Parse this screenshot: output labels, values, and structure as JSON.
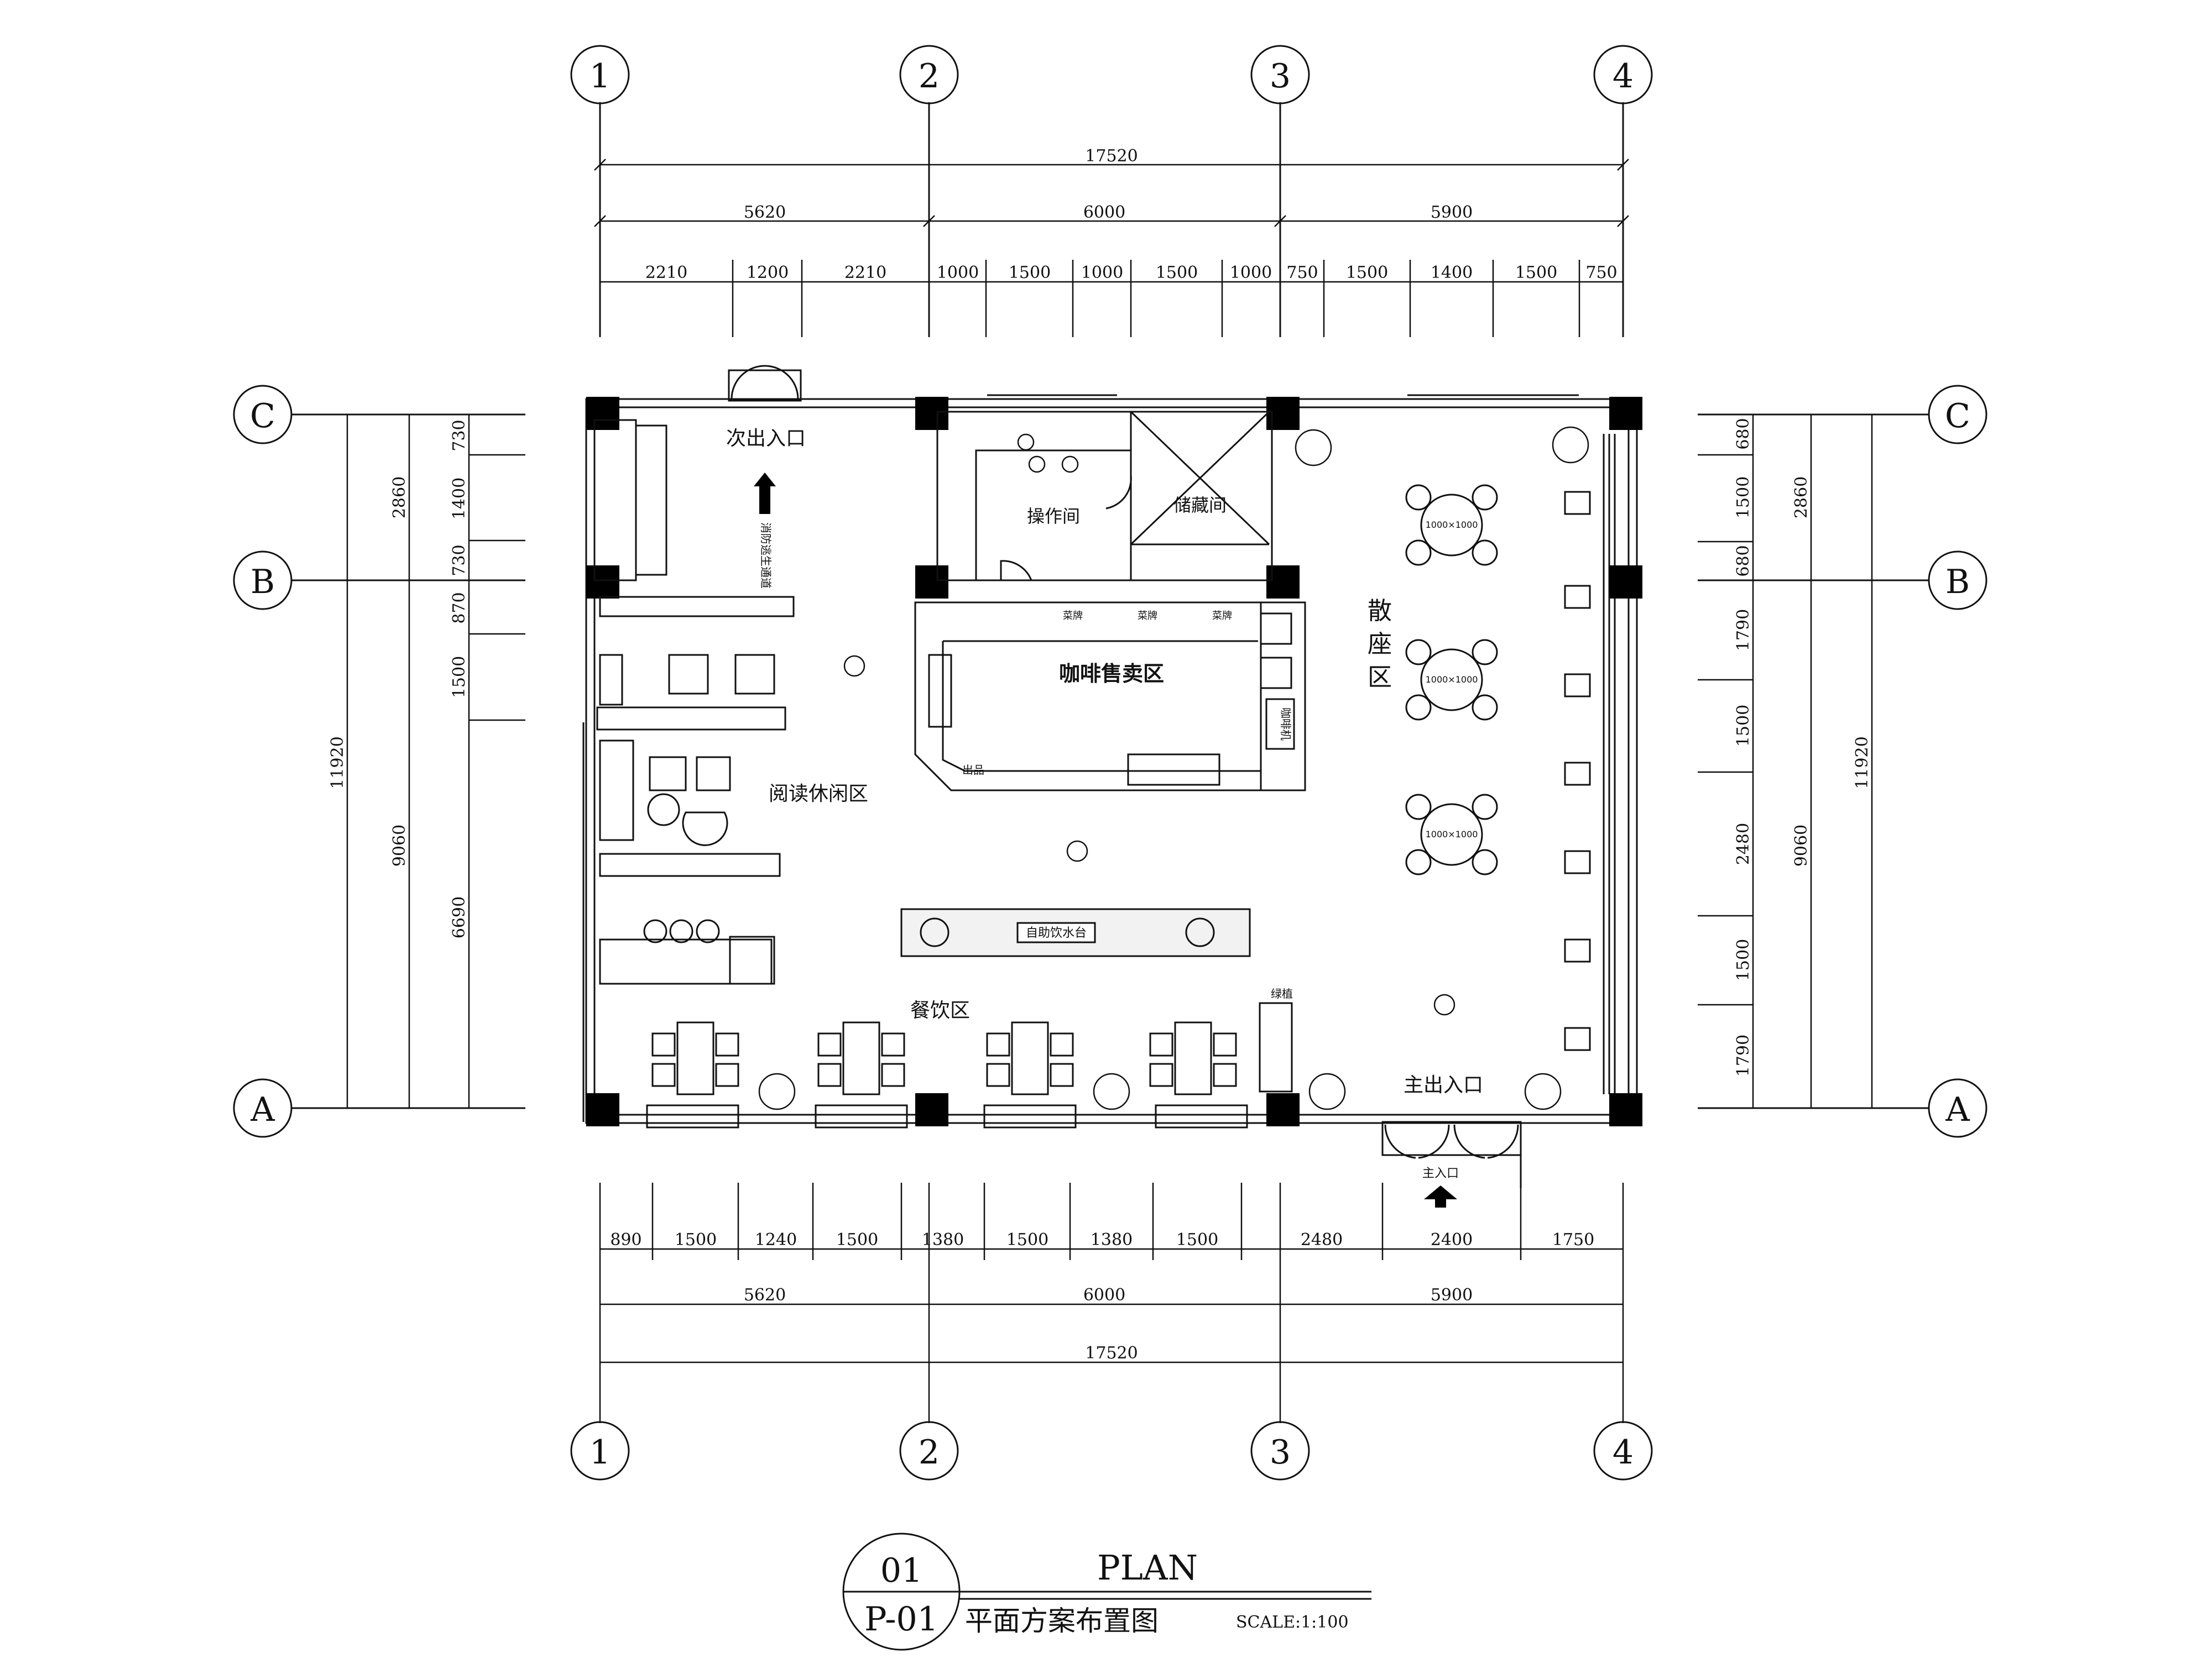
{
  "grid": {
    "columns": [
      "1",
      "2",
      "3",
      "4"
    ],
    "rows": [
      "C",
      "B",
      "A"
    ]
  },
  "dims": {
    "top_total": "17520",
    "top_mid": [
      "5620",
      "6000",
      "5900"
    ],
    "top_detail": [
      "2210",
      "1200",
      "2210",
      "1000",
      "1500",
      "1000",
      "1500",
      "1000",
      "750",
      "1500",
      "1400",
      "1500",
      "750"
    ],
    "bottom_detail": [
      "890",
      "1500",
      "1240",
      "1500",
      "1380",
      "1500",
      "1380",
      "1500",
      "2480",
      "2400",
      "1750"
    ],
    "bottom_mid": [
      "5620",
      "6000",
      "5900"
    ],
    "bottom_total": "17520",
    "left_outer": "11920",
    "left_mid": [
      "2860",
      "9060"
    ],
    "left_inner": [
      "730",
      "1400",
      "730",
      "870",
      "1500",
      "6690"
    ],
    "right_outer": "11920",
    "right_mid": [
      "2860",
      "9060"
    ],
    "right_inner": [
      "680",
      "1500",
      "680",
      "1790",
      "1500",
      "2480",
      "1500",
      "1790"
    ]
  },
  "rooms": {
    "secondary_entrance": "次出入口",
    "fire_exit": "消防逃生通道",
    "operation_room": "操作间",
    "storage_room": "储藏间",
    "coffee_sales": "咖啡售卖区",
    "scattered_seating": "散\n座\n区",
    "reading_area": "阅读休闲区",
    "dining_area": "餐饮区",
    "water_bar": "自助饮水台",
    "main_entrance": "主出入口",
    "main_entrance_small": "主入口",
    "menu_label": "菜牌",
    "pickup_label": "出品",
    "coffee_machine": "咖啡机",
    "green_plant": "绿植",
    "table_size": "1000×1000"
  },
  "title_block": {
    "number": "01",
    "sheet": "P-01",
    "title_en": "PLAN",
    "title_cn": "平面方案布置图",
    "scale": "SCALE:1:100"
  }
}
